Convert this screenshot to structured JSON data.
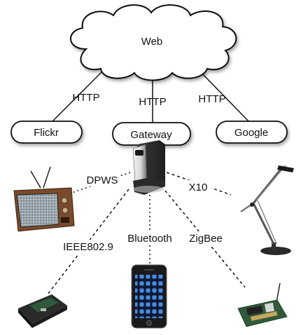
{
  "cloud": {
    "label": "Web"
  },
  "protocols": {
    "left": "HTTP",
    "center": "HTTP",
    "right": "HTTP"
  },
  "nodes": {
    "flickr": "Flickr",
    "gateway": "Gateway",
    "google": "Google"
  },
  "links": {
    "dpws": "DPWS",
    "x10": "X10",
    "ieee": "IEEE802.9",
    "bluetooth": "Bluetooth",
    "zigbee": "ZigBee"
  },
  "colors": {
    "stroke": "#111111",
    "tv_screen": "#8c97a0",
    "tv_body": "#7a4a2a",
    "lamp_frame": "#444444",
    "phone_body": "#1a1a1a",
    "board_green": "#2f5a3c"
  }
}
